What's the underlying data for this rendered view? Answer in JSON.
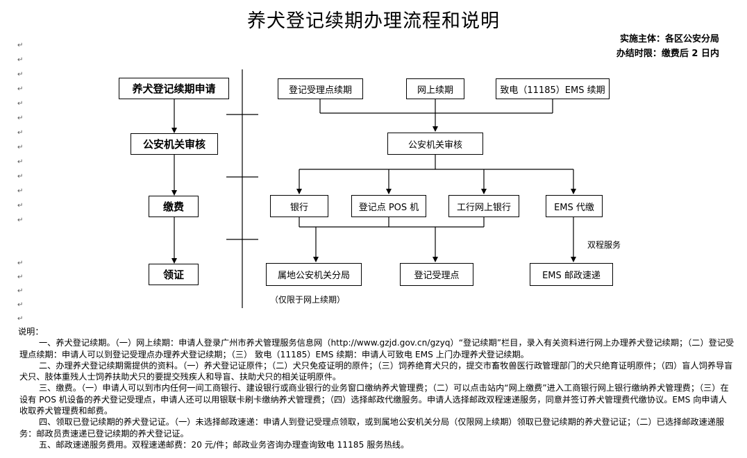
{
  "title": "养犬登记续期办理流程和说明",
  "header": {
    "implementer": "实施主体：各区公安分局",
    "deadline": "办结时限：缴费后 2 日内"
  },
  "left_flow": {
    "apply": "养犬登记续期申请",
    "review": "公安机关审核",
    "payment": "缴费",
    "certificate": "领证"
  },
  "channels": {
    "counter": "登记受理点续期",
    "online": "网上续期",
    "phone": "致电（11185）EMS 续期"
  },
  "review_box": "公安机关审核",
  "payment_methods": {
    "bank": "银行",
    "pos": "登记点 POS 机",
    "icbc": "工行网上银行",
    "ems_pay": "EMS 代缴"
  },
  "double_service": "双程服务",
  "pickup": {
    "police": "属地公安机关分局",
    "counter": "登记受理点",
    "ems": "EMS 邮政速递"
  },
  "online_only": "（仅限于网上续期）",
  "notes": {
    "heading": "说明：",
    "items": [
      "一、养犬登记续期。（一）网上续期：申请人登录广州市养犬管理服务信息网（http://www.gzjd.gov.cn/gzyq）“登记续期”栏目，录入有关资料进行网上办理养犬登记续期；（二）登记受理点续期：申请人可以到登记受理点办理养犬登记续期；（三） 致电（11185）EMS 续期：申请人可致电 EMS 上门办理养犬登记续期。",
      "二、办理养犬登记续期需提供的资料。（一）养犬登记证原件；（二）犬只免疫证明的原件；（三）饲养绝育犬只的，提交市畜牧兽医行政管理部门的犬只绝育证明原件；（四）盲人饲养导盲犬只、肢体重残人士饲养扶助犬只的要提交残疾人和导盲、扶助犬只的相关证明原件。",
      "三、缴费。（一）申请人可以到市内任何一间工商银行、建设银行或商业银行的业务窗口缴纳养犬管理费；（二）可以点击站内“网上缴费”进入工商银行网上银行缴纳养犬管理费；（三）在设有 POS 机设备的养犬登记受理点，申请人还可以用银联卡刷卡缴纳养犬管理费；（四）选择邮政代缴服务。申请人选择邮政双程速递服务，同意并签订养犬管理费代缴协议。EMS 向申请人收取养犬管理费和邮费。",
      "四、领取已登记续期的养犬登记证。（一）未选择邮政速递：申请人到登记受理点领取，或到属地公安机关分局（仅限网上续期）领取已登记续期的养犬登记证；（二）已选择邮政速递服务：邮政员责速递已登记续期的养犬登记证。",
      "五、邮政速递服务费用。双程速递邮费：20 元/件；邮政业务咨询办理查询致电 11185 服务热线。"
    ]
  }
}
